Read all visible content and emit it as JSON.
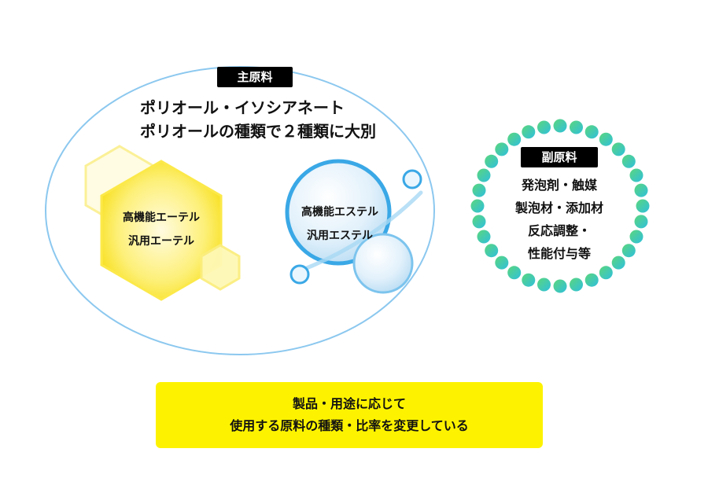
{
  "main": {
    "label": "主原料",
    "headline_lines": [
      "ポリオール・イソシアネート",
      "ポリオールの種類で２種類に大別"
    ],
    "ether_lines": [
      "高機能エーテル",
      "汎用エーテル"
    ],
    "ester_lines": [
      "高機能エステル",
      "汎用エステル"
    ]
  },
  "sub": {
    "label": "副原料",
    "lines": [
      "発泡剤・触媒",
      "製泡材・添加材",
      "反応調整・",
      "性能付与等"
    ]
  },
  "banner": {
    "lines": [
      "製品・用途に応じて",
      "使用する原料の種類・比率を変更している"
    ]
  },
  "colors": {
    "outline": "#8cc8ef",
    "hex_yellow": "#fcec3a",
    "bead_green": "#4ccf8a",
    "bead_teal": "#3bc8d8",
    "banner": "#fdf300"
  }
}
